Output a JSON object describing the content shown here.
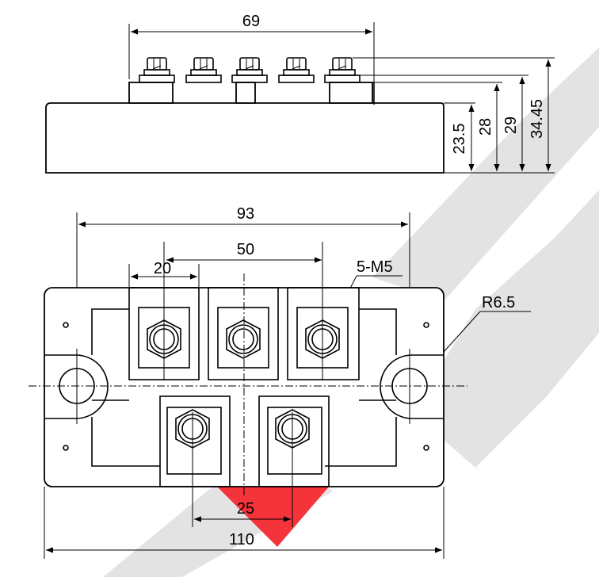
{
  "watermark_colors": {
    "gray": "#e3e3e3",
    "red": "#f4333b"
  },
  "side_view": {
    "top_width": "69",
    "heights": [
      "23.5",
      "28",
      "29",
      "34.45"
    ]
  },
  "top_view": {
    "dim_93": "93",
    "dim_50": "50",
    "dim_20": "20",
    "terminal_label": "5-M5",
    "hole_label": "R6.5",
    "dim_25": "25",
    "dim_110": "110"
  }
}
